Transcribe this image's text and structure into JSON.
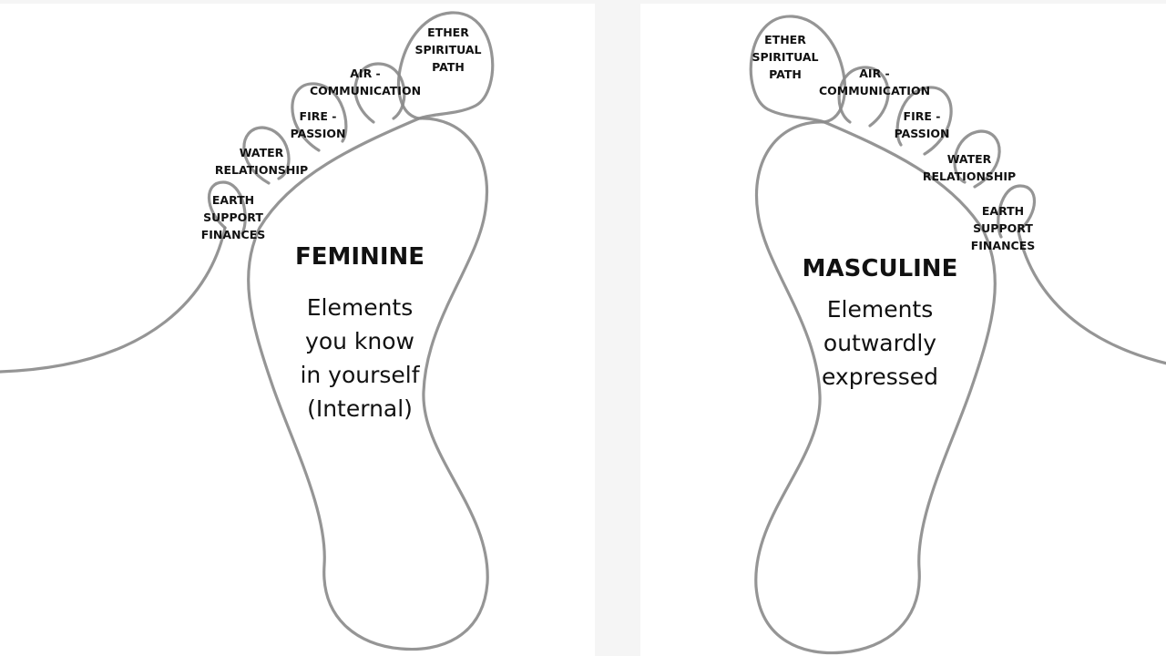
{
  "feminine": {
    "title": "FEMININE",
    "description": "Elements\nyou know\nin yourself\n(Internal)",
    "toes": {
      "ether": "ETHER\nSPIRITUAL\nPATH",
      "air": "AIR -\nCOMMUNICATION",
      "fire": "FIRE -\nPASSION",
      "water": "WATER\nRELATIONSHIP",
      "earth": "EARTH\nSUPPORT\nFINANCES"
    }
  },
  "masculine": {
    "title": "MASCULINE",
    "description": "Elements\noutwardly\nexpressed",
    "toes": {
      "ether": "ETHER\nSPIRITUAL\nPATH",
      "air": "AIR -\nCOMMUNICATION",
      "fire": "FIRE -\nPASSION",
      "water": "WATER\nRELATIONSHIP",
      "earth": "EARTH\nSUPPORT\nFINANCES"
    }
  }
}
